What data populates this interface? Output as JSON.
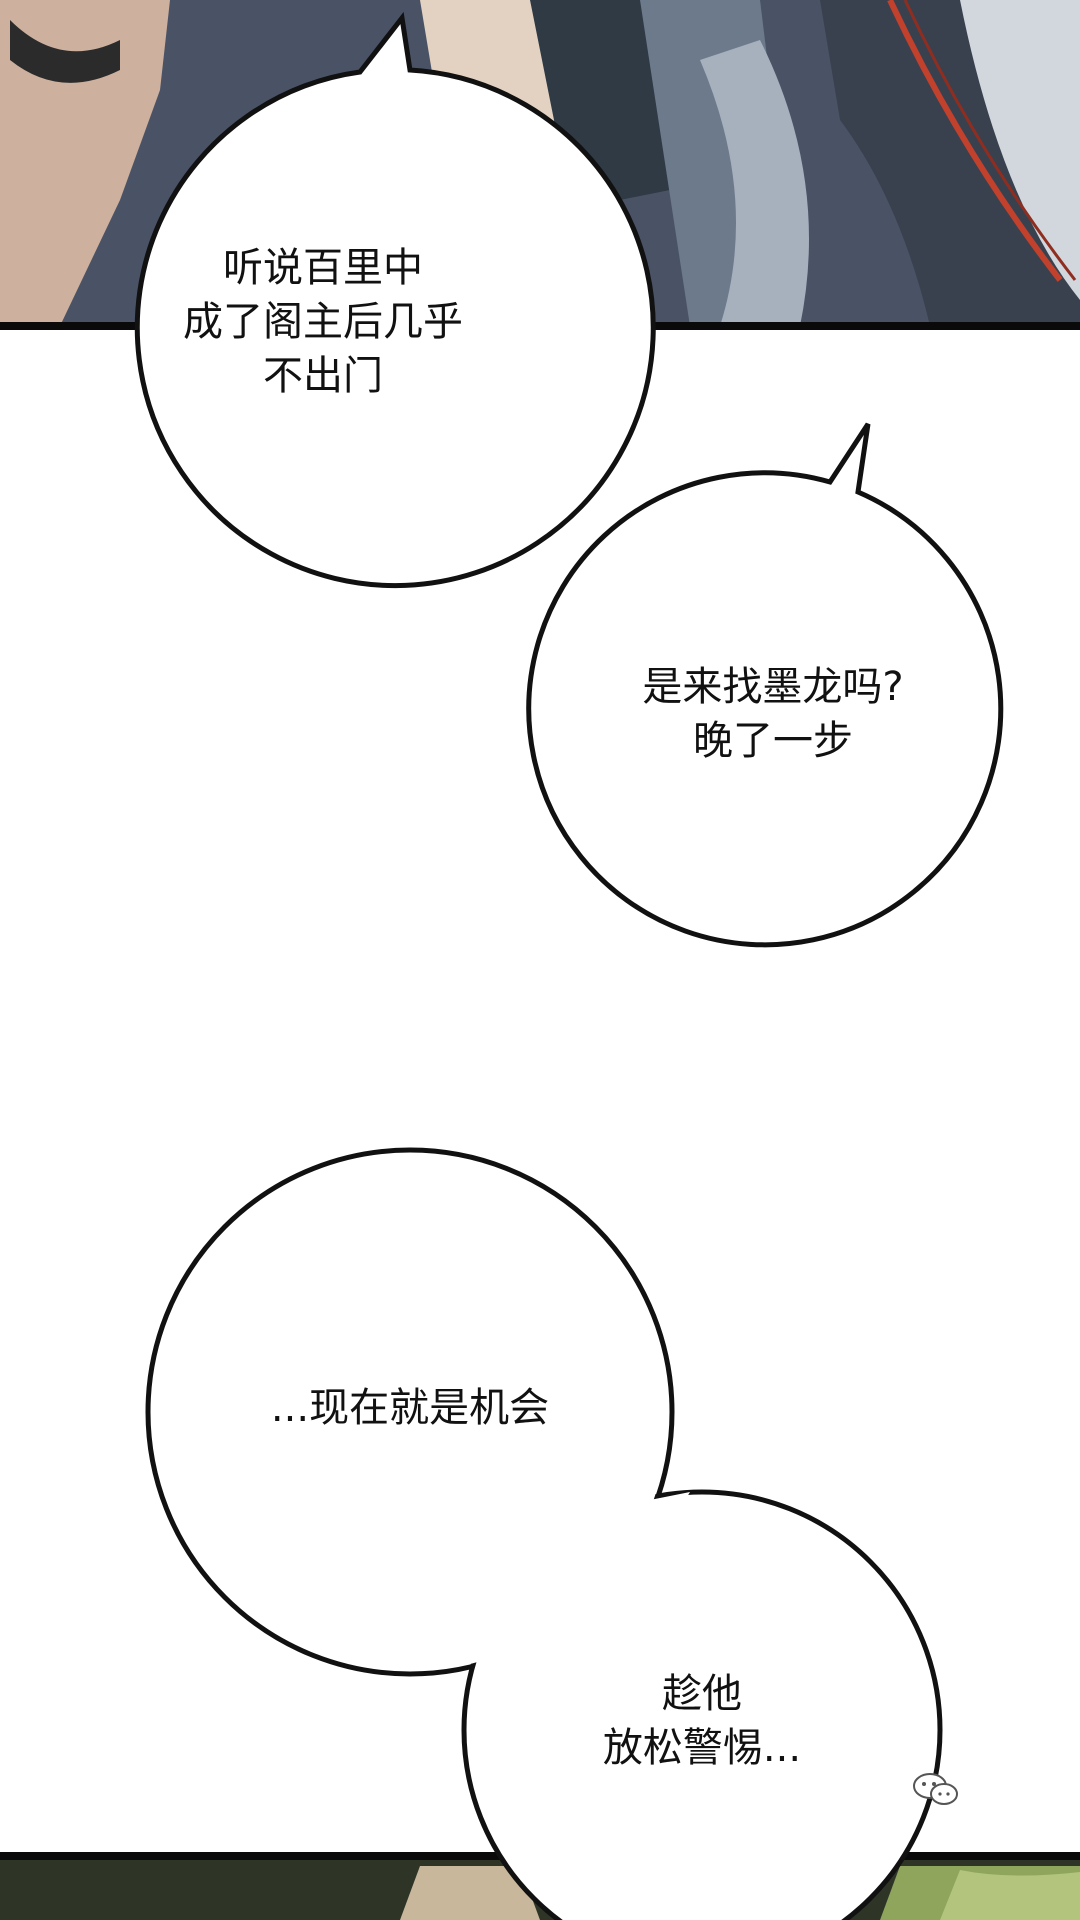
{
  "colors": {
    "panel_border": "#0a0a0a",
    "bubble_fill": "#ffffff",
    "bubble_outline": "#111111",
    "text": "#111111",
    "top_panel_dark": "#3d4556",
    "top_panel_mid": "#5e6b7f",
    "skin": "#d9c2b0",
    "red_cord": "#c2412c",
    "bottom_panel": "#2e3526",
    "foliage": "#8fa55c"
  },
  "bubbles": [
    {
      "lines": [
        "听说百里中",
        "成了阁主后几乎",
        "不出门"
      ]
    },
    {
      "lines": [
        "是来找墨龙吗?",
        "晚了一步"
      ]
    },
    {
      "lines": [
        "...现在就是机会"
      ]
    },
    {
      "lines": [
        "趁他",
        "放松警惕..."
      ]
    }
  ],
  "watermark": {
    "icon": "wechat-icon"
  }
}
